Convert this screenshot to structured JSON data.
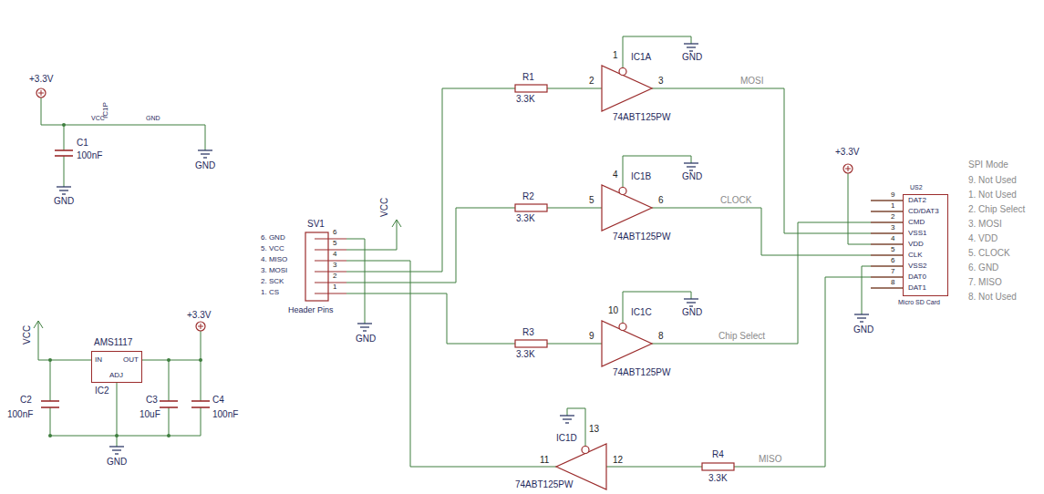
{
  "diagram": {
    "nodes": [
      {
        "text": [
          "DAT2",
          "CD/DAT3",
          "CMD",
          "VSS1",
          "VDD",
          "CLK",
          "VSS2",
          "DAT0",
          "DAT1"
        ]
      },
      {
        "text": [
          "IN",
          "OUT",
          "ADJ"
        ]
      }
    ],
    "labels": [
      "+3.3V",
      "VCC",
      "IC1P",
      "GND",
      "C1",
      "100nF",
      "GND",
      "GND",
      "R1",
      "3.3K",
      "2",
      "1",
      "IC1A",
      "GND",
      "3",
      "MOSI",
      "74ABT125PW",
      "R2",
      "3.3K",
      "5",
      "4",
      "IC1B",
      "GND",
      "6",
      "CLOCK",
      "74ABT125PW",
      "+3.3V",
      "US2",
      "9",
      "1",
      "2",
      "3",
      "4",
      "5",
      "6",
      "7",
      "8",
      "SPI Mode",
      "9. Not Used",
      "1. Not Used",
      "2. Chip Select",
      "3. MOSI",
      "4. VDD",
      "5. CLOCK",
      "6. GND",
      "7. MISO",
      "8. Not Used",
      "SV1",
      "6",
      "5",
      "4",
      "3",
      "2",
      "1",
      "6. GND",
      "5. VCC",
      "4. MISO",
      "3. MOSI",
      "2. SCK",
      "1. CS",
      "Header Pins",
      "VCC",
      "GND",
      "R3",
      "3.3K",
      "9",
      "10",
      "IC1C",
      "GND",
      "8",
      "Chip Select",
      "74ABT125PW",
      "GND",
      "Micro SD Card",
      "VCC",
      "AMS1117",
      "+3.3V",
      "IC2",
      "C2",
      "100nF",
      "C3",
      "10uF",
      "C4",
      "100nF",
      "GND",
      "13",
      "IC1D",
      "11",
      "12",
      "74ABT125PW",
      "R4",
      "3.3K",
      "MISO"
    ]
  }
}
